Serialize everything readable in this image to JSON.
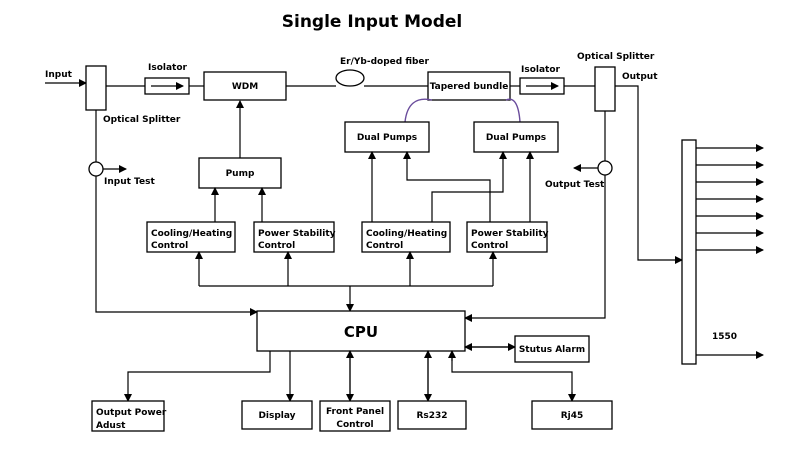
{
  "title": "Single Input Model",
  "labels": {
    "input": "Input",
    "output": "Output",
    "optical_splitter_left": "Optical Splitter",
    "optical_splitter_right": "Optical Splitter",
    "isolator_left": "Isolator",
    "isolator_right": "Isolator",
    "fiber": "Er/Yb-doped fiber",
    "input_test": "Input Test",
    "output_test": "Output Test",
    "wavelength": "1550"
  },
  "blocks": {
    "wdm": "WDM",
    "tapered_bundle": "Tapered bundle",
    "pump": "Pump",
    "dual_pumps_left": "Dual Pumps",
    "dual_pumps_right": "Dual Pumps",
    "cooling_heating_1": [
      "Cooling/Heating",
      "Control"
    ],
    "power_stability_1": [
      "Power Stability",
      "Control"
    ],
    "cooling_heating_2": [
      "Cooling/Heating",
      "Control"
    ],
    "power_stability_2": [
      "Power Stability",
      "Control"
    ],
    "cpu": "CPU",
    "status_alarm": "Stutus Alarm",
    "output_power_adjust": [
      "Output Power",
      "Adust"
    ],
    "display": "Display",
    "front_panel_control": [
      "Front Panel",
      "Control"
    ],
    "rs232": "Rs232",
    "rj45": "Rj45"
  }
}
